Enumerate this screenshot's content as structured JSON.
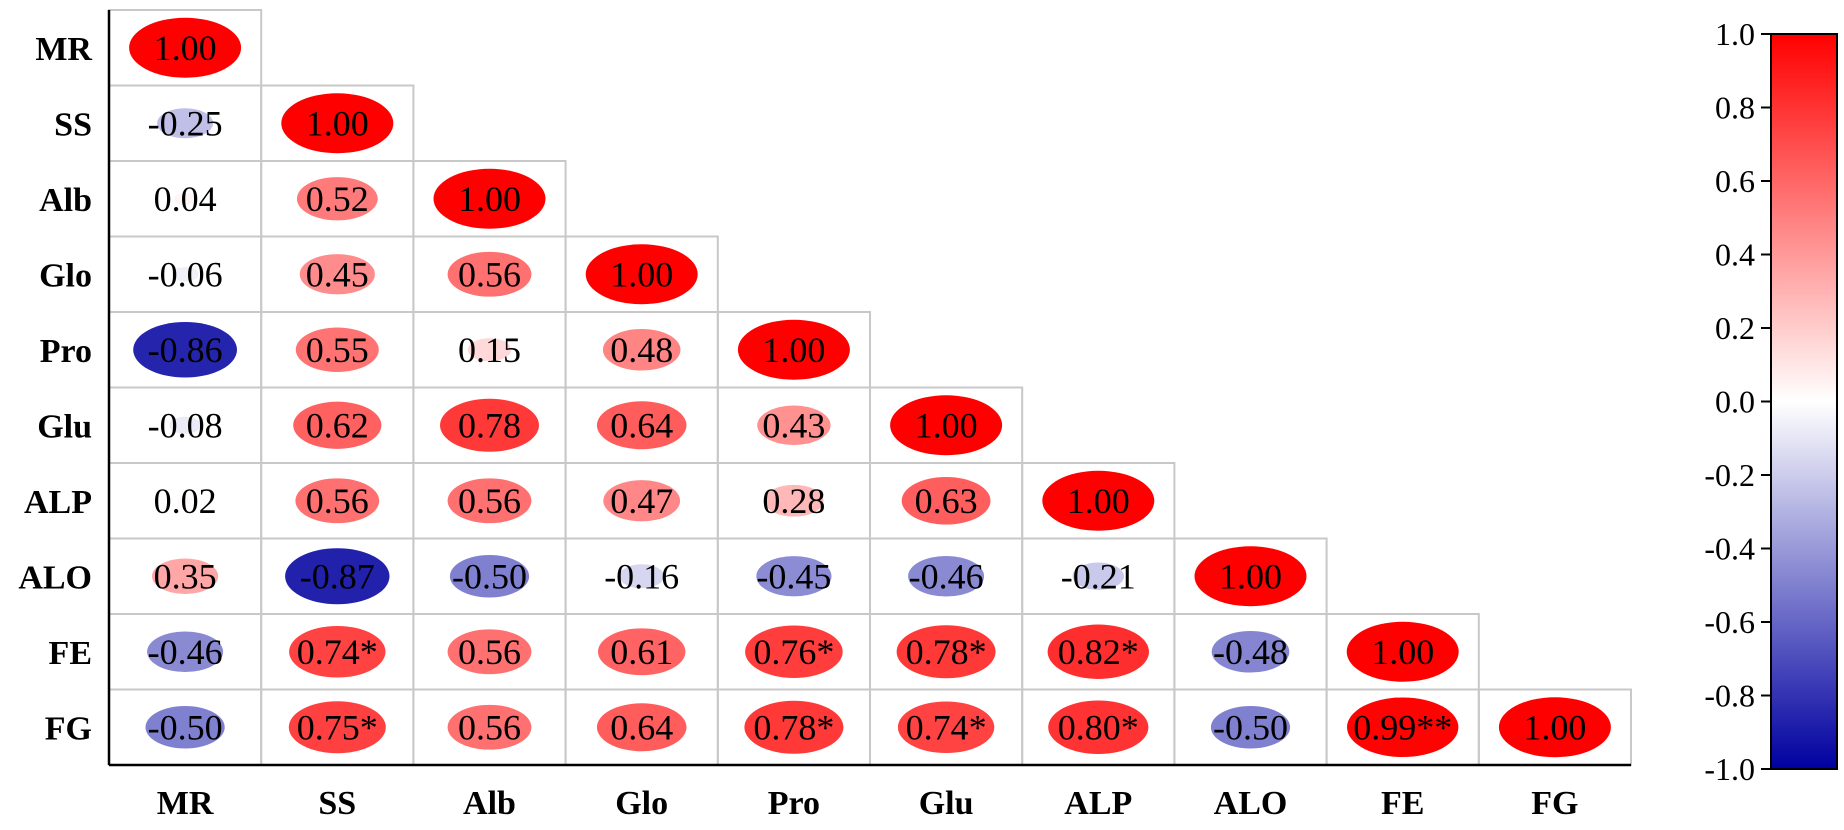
{
  "chart_data": {
    "type": "heatmap",
    "subtype": "lower-triangular correlation matrix with ellipse glyphs",
    "variables": [
      "MR",
      "SS",
      "Alb",
      "Glo",
      "Pro",
      "Glu",
      "ALP",
      "ALO",
      "FE",
      "FG"
    ],
    "matrix": [
      [
        1.0
      ],
      [
        -0.25,
        1.0
      ],
      [
        0.04,
        0.52,
        1.0
      ],
      [
        -0.06,
        0.45,
        0.56,
        1.0
      ],
      [
        -0.86,
        0.55,
        0.15,
        0.48,
        1.0
      ],
      [
        -0.08,
        0.62,
        0.78,
        0.64,
        0.43,
        1.0
      ],
      [
        0.02,
        0.56,
        0.56,
        0.47,
        0.28,
        0.63,
        1.0
      ],
      [
        0.35,
        -0.87,
        -0.5,
        -0.16,
        -0.45,
        -0.46,
        -0.21,
        1.0
      ],
      [
        -0.46,
        0.74,
        0.56,
        0.61,
        0.76,
        0.78,
        0.82,
        -0.48,
        1.0
      ],
      [
        -0.5,
        0.75,
        0.56,
        0.64,
        0.78,
        0.74,
        0.8,
        -0.5,
        0.99,
        1.0
      ]
    ],
    "labels": [
      [
        "1.00"
      ],
      [
        "-0.25",
        "1.00"
      ],
      [
        "0.04",
        "0.52",
        "1.00"
      ],
      [
        "-0.06",
        "0.45",
        "0.56",
        "1.00"
      ],
      [
        "-0.86",
        "0.55",
        "0.15",
        "0.48",
        "1.00"
      ],
      [
        "-0.08",
        "0.62",
        "0.78",
        "0.64",
        "0.43",
        "1.00"
      ],
      [
        "0.02",
        "0.56",
        "0.56",
        "0.47",
        "0.28",
        "0.63",
        "1.00"
      ],
      [
        "0.35",
        "-0.87",
        "-0.50",
        "-0.16",
        "-0.45",
        "-0.46",
        "-0.21",
        "1.00"
      ],
      [
        "-0.46",
        "0.74*",
        "0.56",
        "0.61",
        "0.76*",
        "0.78*",
        "0.82*",
        "-0.48",
        "1.00"
      ],
      [
        "-0.50",
        "0.75*",
        "0.56",
        "0.64",
        "0.78*",
        "0.74*",
        "0.80*",
        "-0.50",
        "0.99**",
        "1.00"
      ]
    ],
    "colorbar": {
      "range": [
        -1.0,
        1.0
      ],
      "ticks": [
        "1.0",
        "0.8",
        "0.6",
        "0.4",
        "0.2",
        "0.0",
        "-0.2",
        "-0.4",
        "-0.6",
        "-0.8",
        "-1.0"
      ],
      "colors": {
        "low": "#0000A0",
        "mid": "#FFFFFF",
        "high": "#FF0000"
      }
    },
    "grid_color": "#C8C8C8",
    "legend": "right"
  }
}
